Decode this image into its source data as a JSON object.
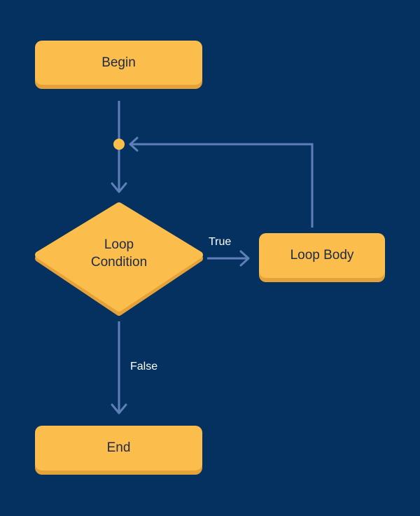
{
  "diagram": {
    "colors": {
      "background": "#04315f",
      "node_fill": "#fbbd4c",
      "node_shadow": "#e5a239",
      "connector": "#5f7fb8",
      "junction": "#fbbd4c",
      "label_text": "#ffffff",
      "node_text": "#1f2a44"
    },
    "nodes": {
      "begin": "Begin",
      "condition_line1": "Loop",
      "condition_line2": "Condition",
      "loop_body": "Loop Body",
      "end": "End"
    },
    "edges": {
      "true_label": "True",
      "false_label": "False"
    }
  }
}
